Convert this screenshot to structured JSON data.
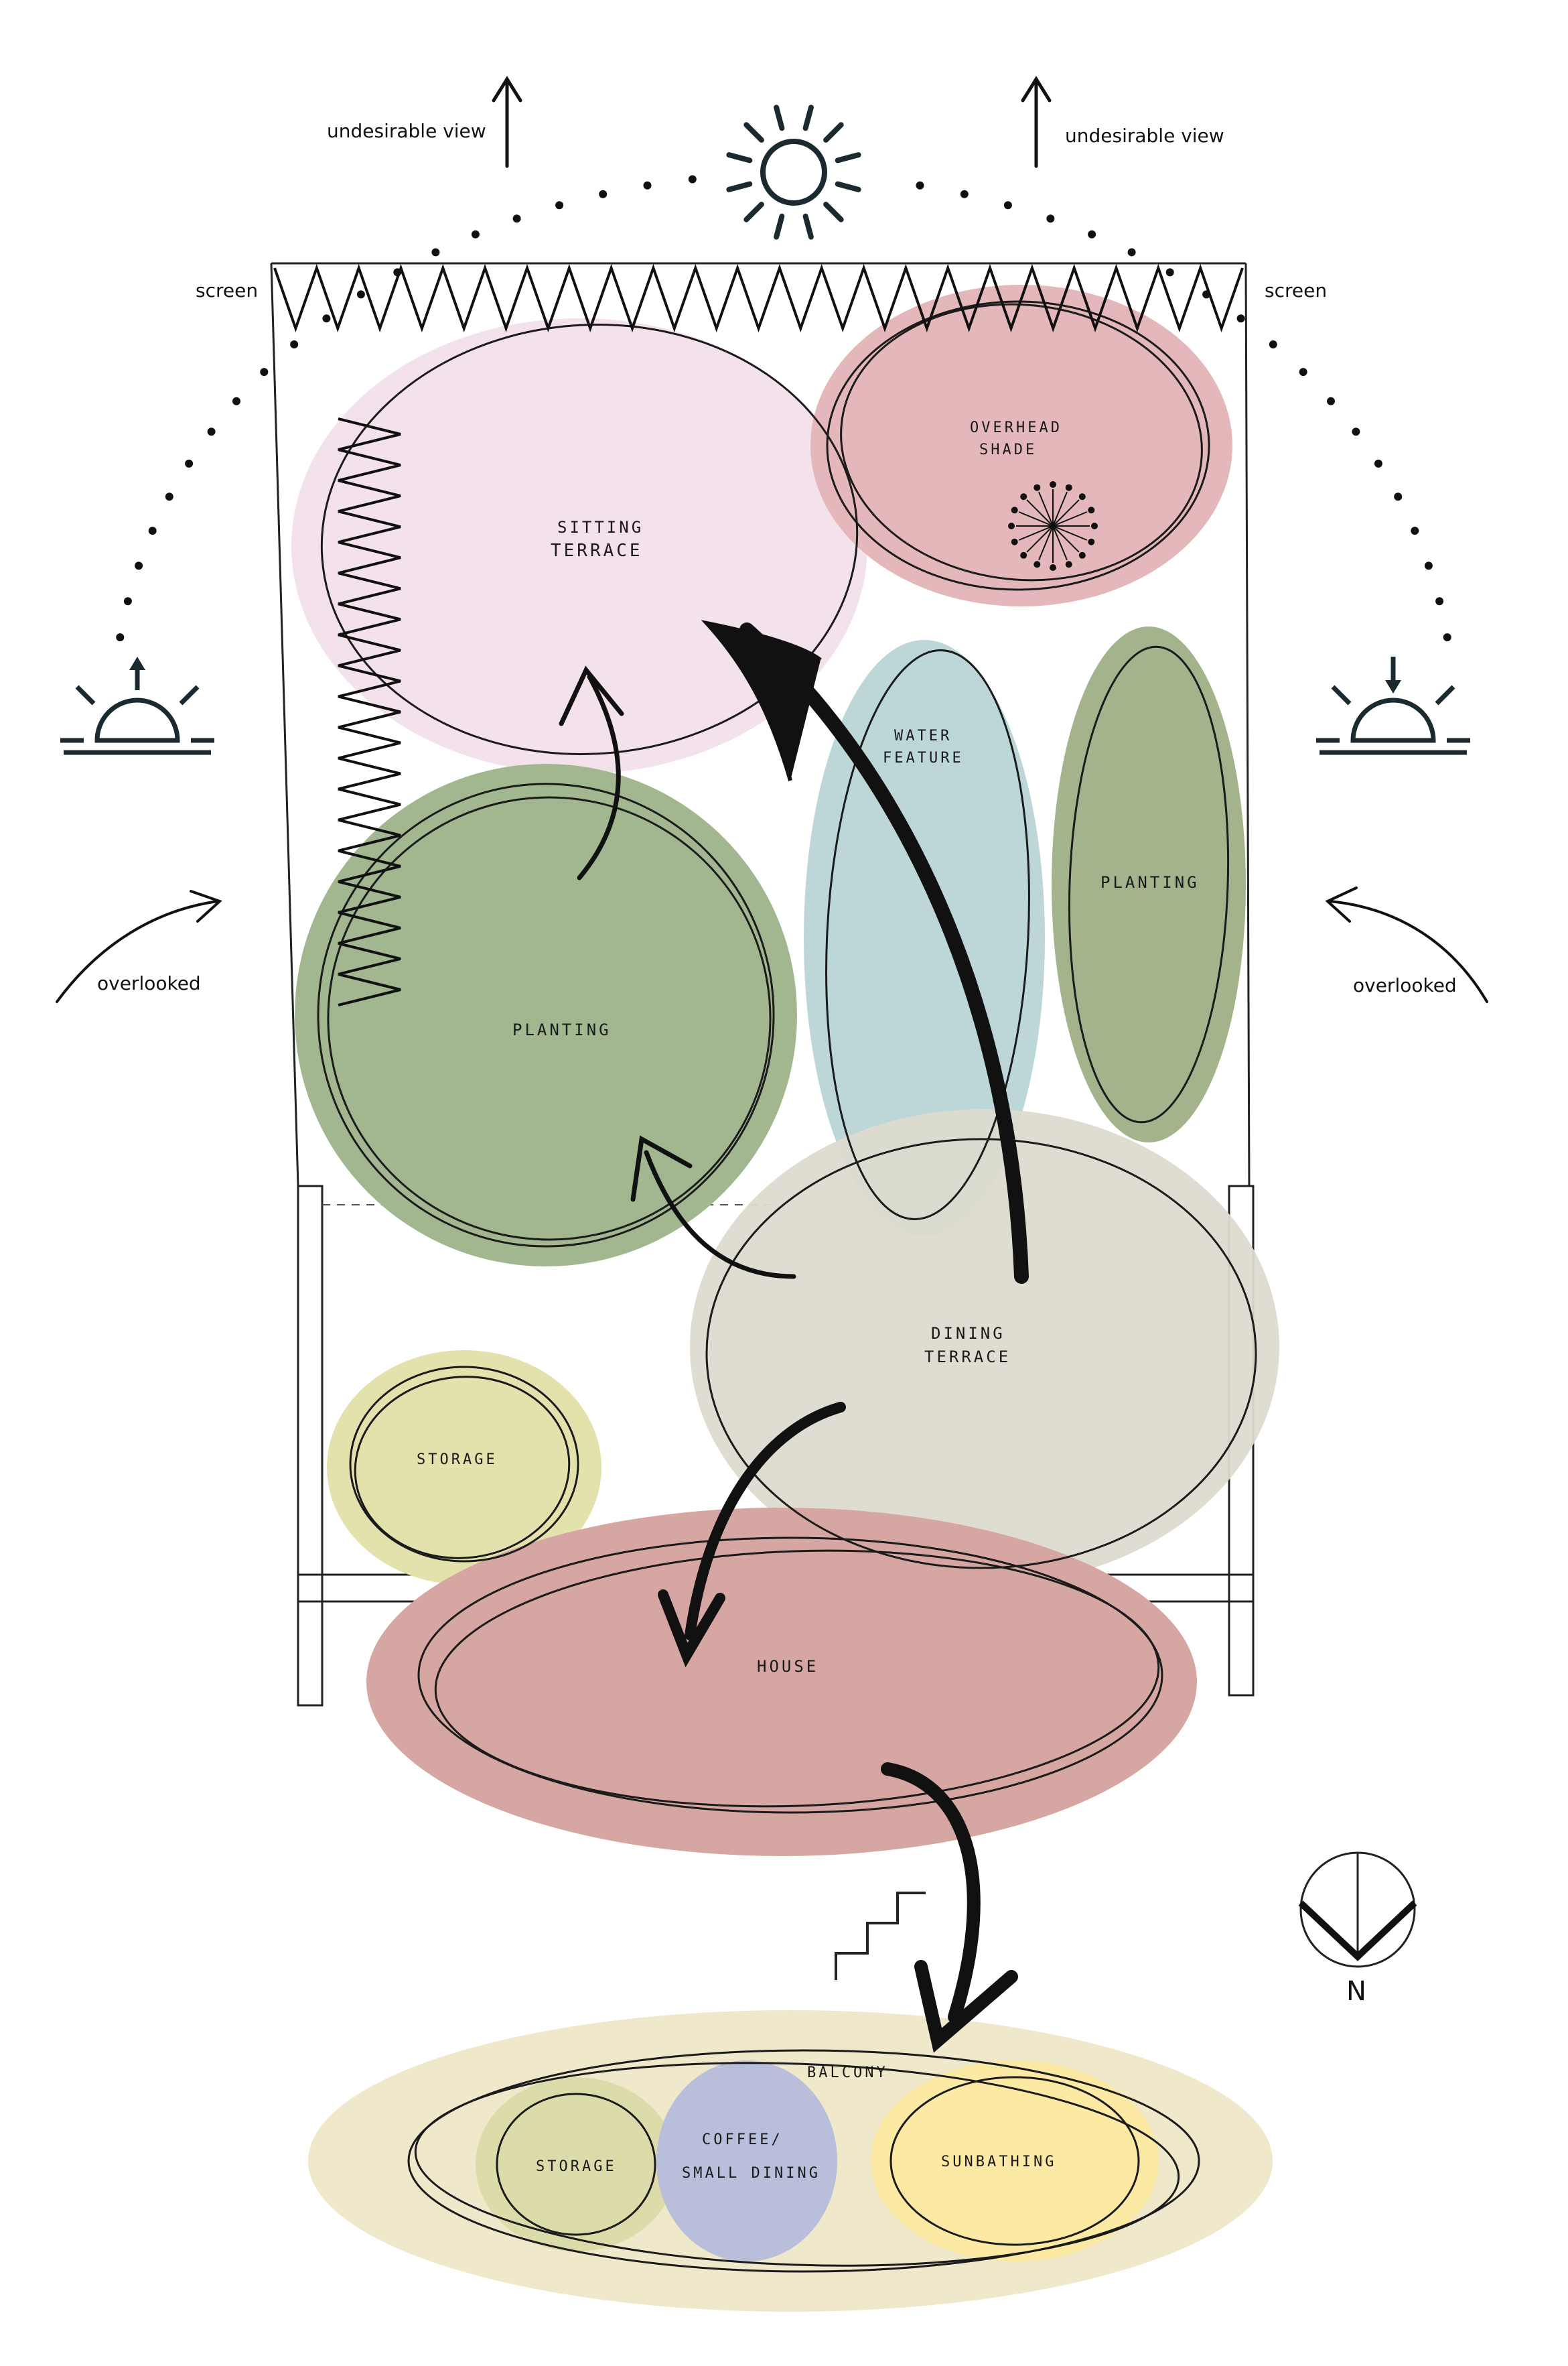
{
  "annotations": {
    "undesirable_view_left": "undesirable view",
    "undesirable_view_right": "undesirable view",
    "screen_left": "screen",
    "screen_right": "screen",
    "overlooked_left": "overlooked",
    "overlooked_right": "overlooked",
    "north": "N"
  },
  "zones": {
    "sitting_terrace": {
      "line1": "SITTING",
      "line2": "TERRACE",
      "color": "#f3e1ec"
    },
    "overhead_shade": {
      "line1": "OVERHEAD",
      "line2": "SHADE",
      "color": "#e4b8bb"
    },
    "water_feature": {
      "line1": "WATER",
      "line2": "FEATURE",
      "color": "#bdd6d7"
    },
    "planting_right": {
      "label": "PLANTING",
      "color": "#a3b48c"
    },
    "planting_left": {
      "label": "PLANTING",
      "color": "#a2b68f"
    },
    "dining_terrace": {
      "line1": "DINING",
      "line2": "TERRACE",
      "color": "#dddbcf"
    },
    "storage": {
      "label": "STORAGE",
      "color": "#e3e2ad"
    },
    "house": {
      "label": "HOUSE",
      "color": "#d6a6a2"
    },
    "balcony": {
      "label": "BALCONY",
      "color": "#efe8cb"
    },
    "balcony_storage": {
      "label": "STORAGE",
      "color": "#dbdcaa"
    },
    "coffee_dining": {
      "line1": "COFFEE/",
      "line2": "SMALL DINING",
      "color": "#b9bfdb"
    },
    "sunbathing": {
      "label": "SUNBATHING",
      "color": "#fbe9a4"
    }
  },
  "icons": [
    "sun-icon",
    "sunrise-icon",
    "sunset-icon",
    "north-compass-icon",
    "stairs-icon"
  ]
}
